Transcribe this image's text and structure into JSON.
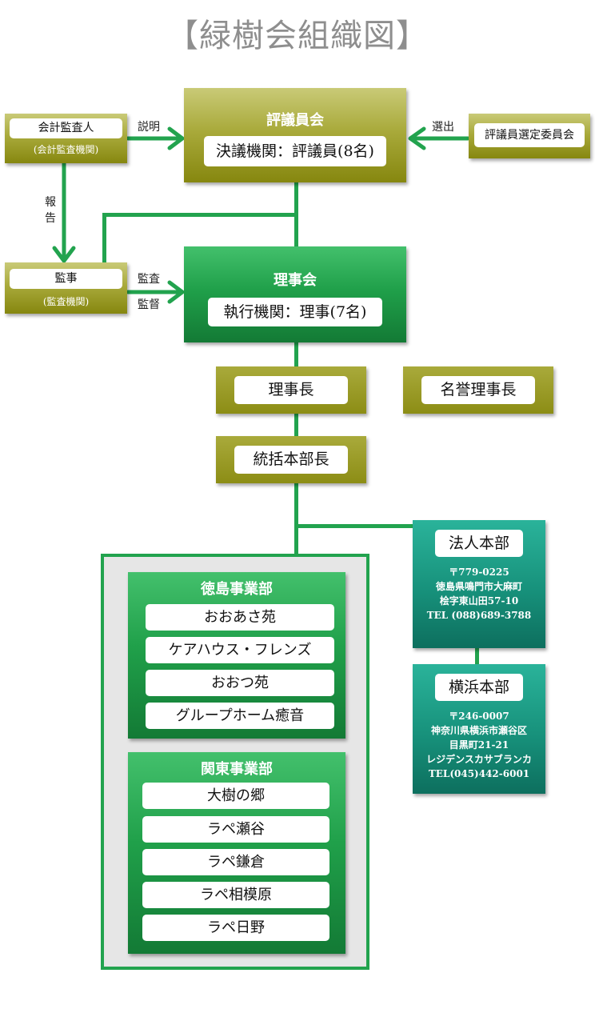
{
  "title": "【緑樹会組織図】",
  "council": {
    "heading": "評議員会",
    "body": "決議機関：評議員(8名)"
  },
  "auditor_accounting": {
    "name": "会計監査人",
    "sub": "(会計監査機関)"
  },
  "selection_committee": {
    "name": "評議員選定委員会"
  },
  "supervisor": {
    "name": "監事",
    "sub": "(監査機関)"
  },
  "board": {
    "heading": "理事会",
    "body": "執行機関：理事(7名)"
  },
  "chairman": "理事長",
  "honorary_chairman": "名誉理事長",
  "general_manager": "統括本部長",
  "edge_labels": {
    "explain": "説明",
    "elect": "選出",
    "report": [
      "報",
      "告"
    ],
    "audit": "監査",
    "supervise": "監督"
  },
  "hq": {
    "title": "法人本部",
    "address": [
      "〒779-0225",
      "徳島県鳴門市大麻町",
      "桧字東山田57-10",
      "TEL (088)689-3788"
    ]
  },
  "yokohama": {
    "title": "横浜本部",
    "address": [
      "〒246-0007",
      "神奈川県横浜市瀬谷区",
      "目黒町21-21",
      "レジデンスカサブランカ",
      "TEL(045)442-6001"
    ]
  },
  "tokushima_division": {
    "heading": "徳島事業部",
    "items": [
      "おおあさ苑",
      "ケアハウス・フレンズ",
      "おおつ苑",
      "グループホーム癒音"
    ]
  },
  "kanto_division": {
    "heading": "関東事業部",
    "items": [
      "大樹の郷",
      "ラペ瀬谷",
      "ラペ鎌倉",
      "ラペ相模原",
      "ラペ日野"
    ]
  },
  "colors": {
    "olive": "#a9aa3b",
    "green": "#20a04a",
    "teal": "#17917b",
    "line": "#22a34e",
    "title": "#8e8e8e"
  }
}
